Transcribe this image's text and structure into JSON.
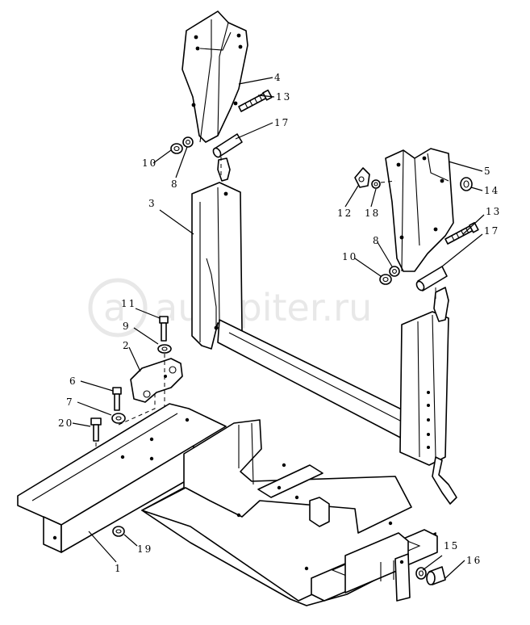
{
  "watermark": {
    "text": "autopiter.ru",
    "logo_glyph": "a",
    "color": "#d6d6d6"
  },
  "callouts": [
    {
      "id": "c4",
      "label": "4"
    },
    {
      "id": "c13a",
      "label": "13"
    },
    {
      "id": "c17a",
      "label": "17"
    },
    {
      "id": "c10a",
      "label": "10"
    },
    {
      "id": "c8a",
      "label": "8"
    },
    {
      "id": "c5",
      "label": "5"
    },
    {
      "id": "c14",
      "label": "14"
    },
    {
      "id": "c12",
      "label": "12"
    },
    {
      "id": "c18",
      "label": "18"
    },
    {
      "id": "c13b",
      "label": "13"
    },
    {
      "id": "c3",
      "label": "3"
    },
    {
      "id": "c17b",
      "label": "17"
    },
    {
      "id": "c8b",
      "label": "8"
    },
    {
      "id": "c10b",
      "label": "10"
    },
    {
      "id": "c11",
      "label": "11"
    },
    {
      "id": "c9",
      "label": "9"
    },
    {
      "id": "c2",
      "label": "2"
    },
    {
      "id": "c6",
      "label": "6"
    },
    {
      "id": "c7",
      "label": "7"
    },
    {
      "id": "c20",
      "label": "20"
    },
    {
      "id": "c19",
      "label": "19"
    },
    {
      "id": "c1",
      "label": "1"
    },
    {
      "id": "c15",
      "label": "15"
    },
    {
      "id": "c16",
      "label": "16"
    }
  ]
}
